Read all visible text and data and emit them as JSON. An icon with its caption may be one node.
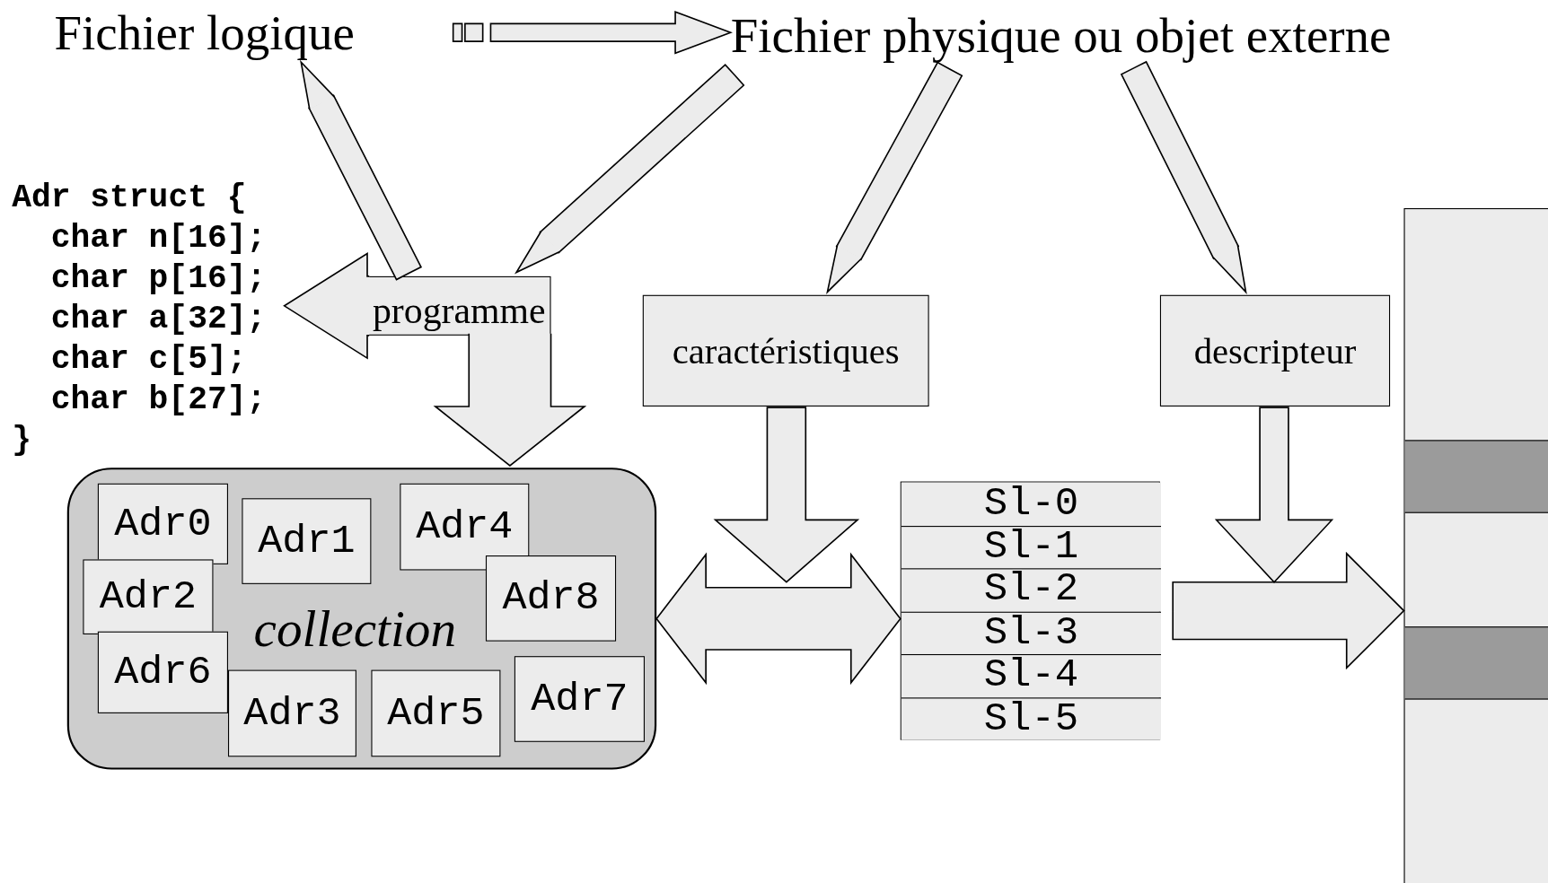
{
  "diagram": {
    "nodes": [
      {
        "text": [
          "Fichier logique"
        ]
      },
      {
        "text": [
          "Fichier physique ou objet externe"
        ]
      },
      {
        "text": [
          "Adr struct {",
          "char n[16];",
          "char p[16];",
          "char a[32];",
          "char c[5];",
          "char b[27];",
          "}"
        ]
      },
      {
        "text": [
          "programme"
        ]
      },
      {
        "text": [
          "collection"
        ]
      },
      {
        "text": [
          "Adr0"
        ],
        "in": 4
      },
      {
        "text": [
          "Adr1"
        ],
        "in": 4
      },
      {
        "text": [
          "Adr4"
        ],
        "in": 4
      },
      {
        "text": [
          "Adr2"
        ],
        "in": 4
      },
      {
        "text": [
          "Adr8"
        ],
        "in": 4
      },
      {
        "text": [
          "Adr6"
        ],
        "in": 4
      },
      {
        "text": [
          "Adr3"
        ],
        "in": 4
      },
      {
        "text": [
          "Adr5"
        ],
        "in": 4
      },
      {
        "text": [
          "Adr7"
        ],
        "in": 4
      },
      {
        "text": [
          "caractéristiques"
        ]
      },
      {
        "text": [],
        "shape": "box"
      },
      {
        "text": [
          "Sl-0"
        ],
        "in": 15
      },
      {
        "text": [
          "Sl-1"
        ],
        "in": 15
      },
      {
        "text": [
          "Sl-2"
        ],
        "in": 15
      },
      {
        "text": [
          "Sl-3"
        ],
        "in": 15
      },
      {
        "text": [
          "Sl-4"
        ],
        "in": 15
      },
      {
        "text": [
          "Sl-5"
        ],
        "in": 15
      },
      {
        "text": [
          "descripteur"
        ]
      },
      {
        "text": [],
        "shape": "bar"
      }
    ],
    "edges": [
      {
        "from": 0,
        "to": 1,
        "arrow": "to"
      },
      {
        "from": 3,
        "to": 0,
        "arrow": "to"
      },
      {
        "from": 1,
        "to": 3,
        "arrow": "to"
      },
      {
        "from": 1,
        "to": 14,
        "arrow": "to"
      },
      {
        "from": 1,
        "to": 22,
        "arrow": "to"
      },
      {
        "from": 3,
        "to": 2,
        "arrow": "to"
      },
      {
        "from": 3,
        "to": 4,
        "arrow": "to"
      },
      {
        "from": 4,
        "to": 15,
        "arrow": "both"
      },
      {
        "from": 14,
        "to": null,
        "arrow": "to"
      },
      {
        "from": 15,
        "to": 23,
        "arrow": "to"
      },
      {
        "from": 22,
        "to": null,
        "arrow": "to"
      }
    ]
  }
}
